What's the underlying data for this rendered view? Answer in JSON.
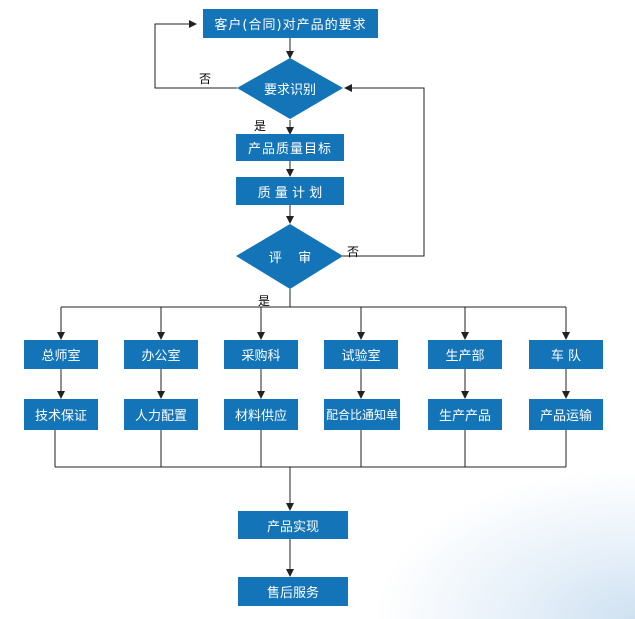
{
  "colors": {
    "box": "#1474b8",
    "line": "#222222",
    "text_on_box": "#ffffff"
  },
  "nodes": {
    "requirement": "客户(合同)对产品的要求",
    "identify": "要求识别",
    "quality_goal": "产品质量目标",
    "quality_plan": "质 量 计 划",
    "review": "评    审",
    "realize": "产品实现",
    "after_sales": "售后服务"
  },
  "departments": [
    {
      "name": "总师室",
      "task": "技术保证"
    },
    {
      "name": "办公室",
      "task": "人力配置"
    },
    {
      "name": "采购科",
      "task": "材料供应"
    },
    {
      "name": "试验室",
      "task": "配合比通知单"
    },
    {
      "name": "生产部",
      "task": "生产产品"
    },
    {
      "name": "车 队",
      "task": "产品运输"
    }
  ],
  "labels": {
    "no1": "否",
    "yes1": "是",
    "no2": "否",
    "yes2": "是"
  }
}
